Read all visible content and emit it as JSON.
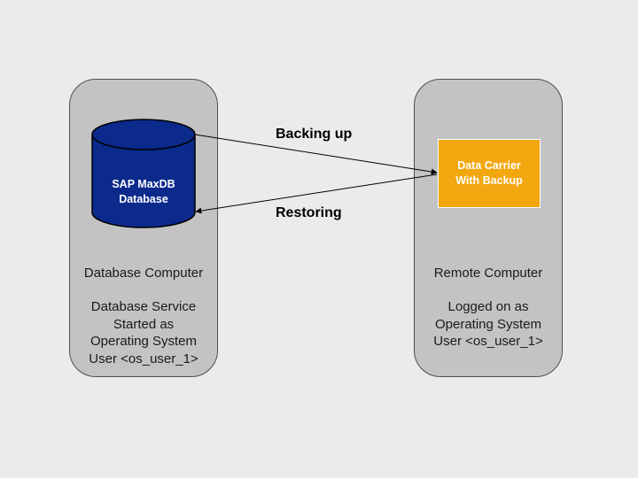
{
  "database_computer": {
    "title": "Database Computer",
    "description_lines": [
      "Database Service",
      "Started as",
      "Operating System",
      "User <os_user_1>"
    ],
    "cylinder_lines": [
      "SAP MaxDB",
      "Database"
    ]
  },
  "remote_computer": {
    "title": "Remote Computer",
    "description_lines": [
      "Logged on as",
      "Operating System",
      "User <os_user_1>"
    ],
    "carrier_lines": [
      "Data Carrier",
      "With Backup"
    ]
  },
  "arrows": {
    "backing_up": "Backing up",
    "restoring": "Restoring"
  },
  "colors": {
    "background": "#ebebeb",
    "panel": "#c3c3c3",
    "cylinder": "#0b2a8c",
    "carrier": "#f3a70f"
  }
}
